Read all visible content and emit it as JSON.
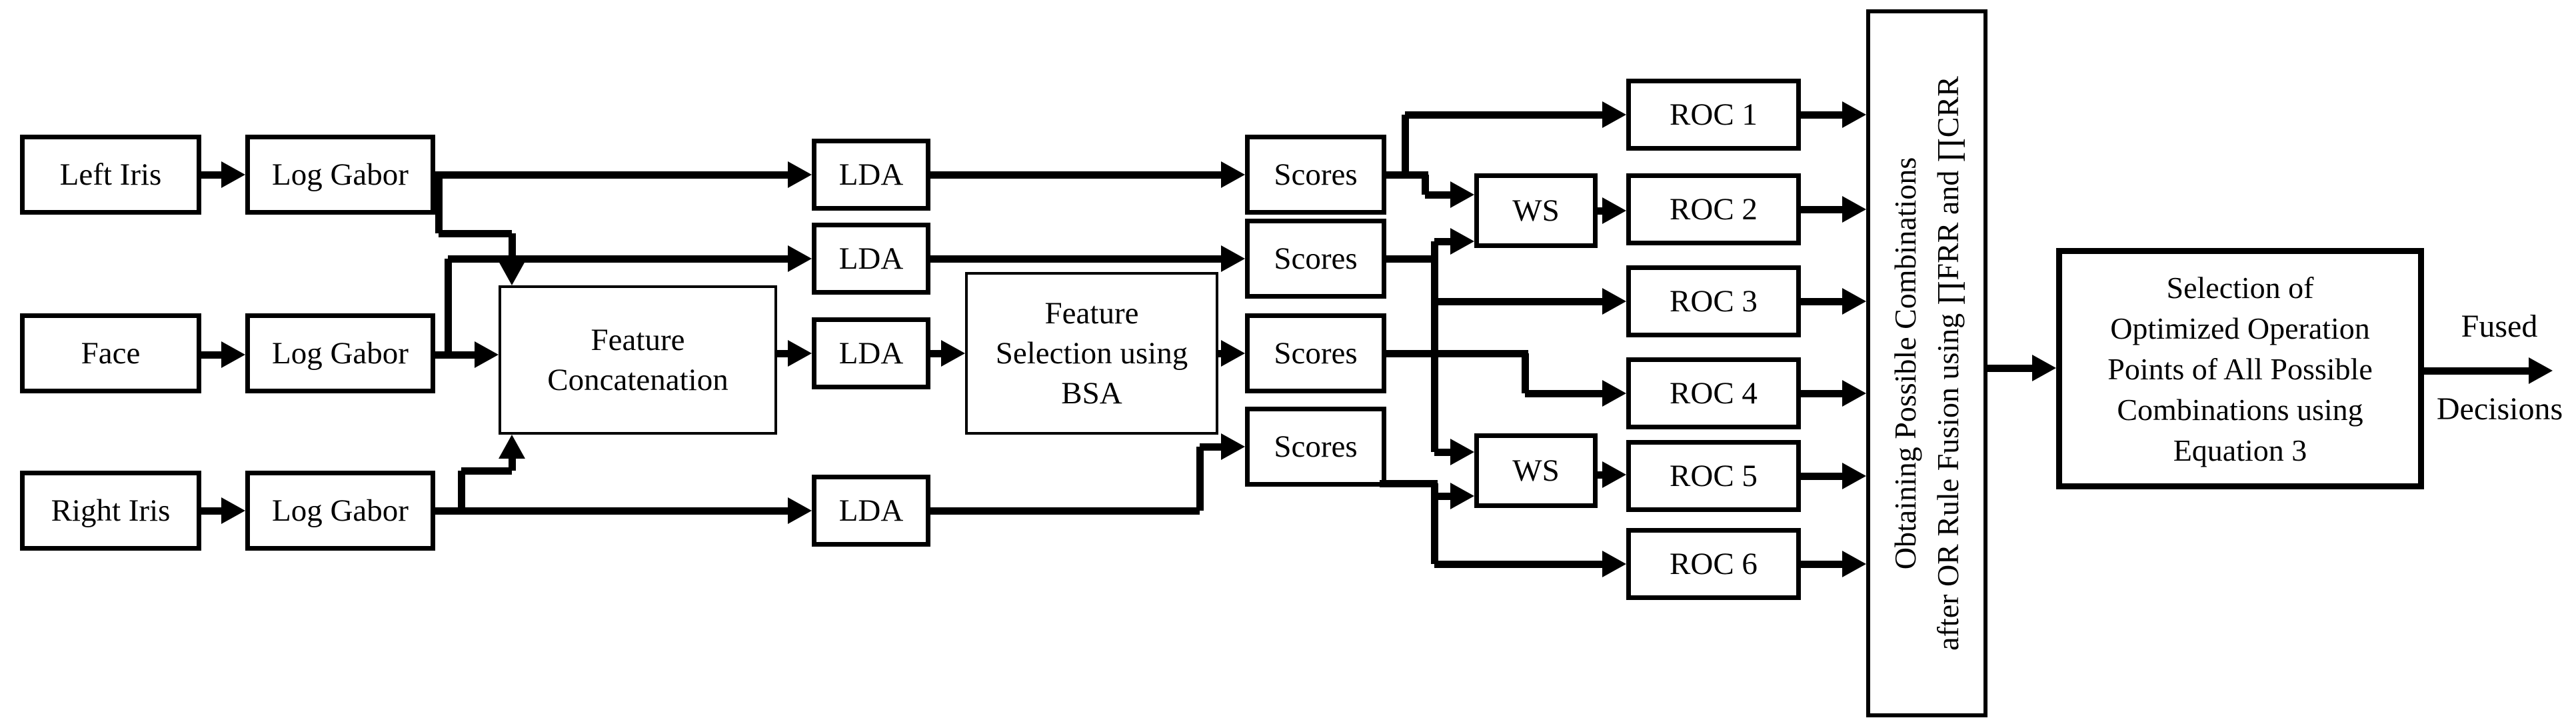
{
  "diagram": {
    "title": "Multimodal biometric decision fusion pipeline",
    "colors": {
      "line": "#000000",
      "box_fill": "#ffffff",
      "background": "#ffffff",
      "text": "#000000"
    },
    "nodes": {
      "left_iris": {
        "label": "Left Iris"
      },
      "log_gabor_left": {
        "label": "Log Gabor"
      },
      "face": {
        "label": "Face"
      },
      "log_gabor_face": {
        "label": "Log Gabor"
      },
      "right_iris": {
        "label": "Right Iris"
      },
      "log_gabor_right": {
        "label": "Log Gabor"
      },
      "feature_concatenation": {
        "lines": [
          "Feature",
          "Concatenation"
        ]
      },
      "lda_left": {
        "label": "LDA"
      },
      "lda_face": {
        "label": "LDA"
      },
      "lda_concat": {
        "label": "LDA"
      },
      "lda_right": {
        "label": "LDA"
      },
      "feature_selection": {
        "lines": [
          "Feature",
          "Selection using",
          "BSA"
        ]
      },
      "scores_left": {
        "label": "Scores"
      },
      "scores_face": {
        "label": "Scores"
      },
      "scores_concat": {
        "label": "Scores"
      },
      "scores_right": {
        "label": "Scores"
      },
      "ws_top": {
        "label": "WS"
      },
      "ws_bottom": {
        "label": "WS"
      },
      "roc_1": {
        "label": "ROC 1"
      },
      "roc_2": {
        "label": "ROC 2"
      },
      "roc_3": {
        "label": "ROC 3"
      },
      "roc_4": {
        "label": "ROC 4"
      },
      "roc_5": {
        "label": "ROC 5"
      },
      "roc_6": {
        "label": "ROC 6"
      },
      "combination": {
        "lines": [
          "Obtaining Possible Combinations",
          "after OR Rule Fusion using ∏FRR and ∏CRR"
        ]
      },
      "selection": {
        "lines": [
          "Selection of",
          "Optimized Operation",
          "Points of All Possible",
          "Combinations using",
          "Equation 3"
        ]
      },
      "output": {
        "lines": [
          "Fused",
          "Decisions"
        ]
      }
    }
  }
}
